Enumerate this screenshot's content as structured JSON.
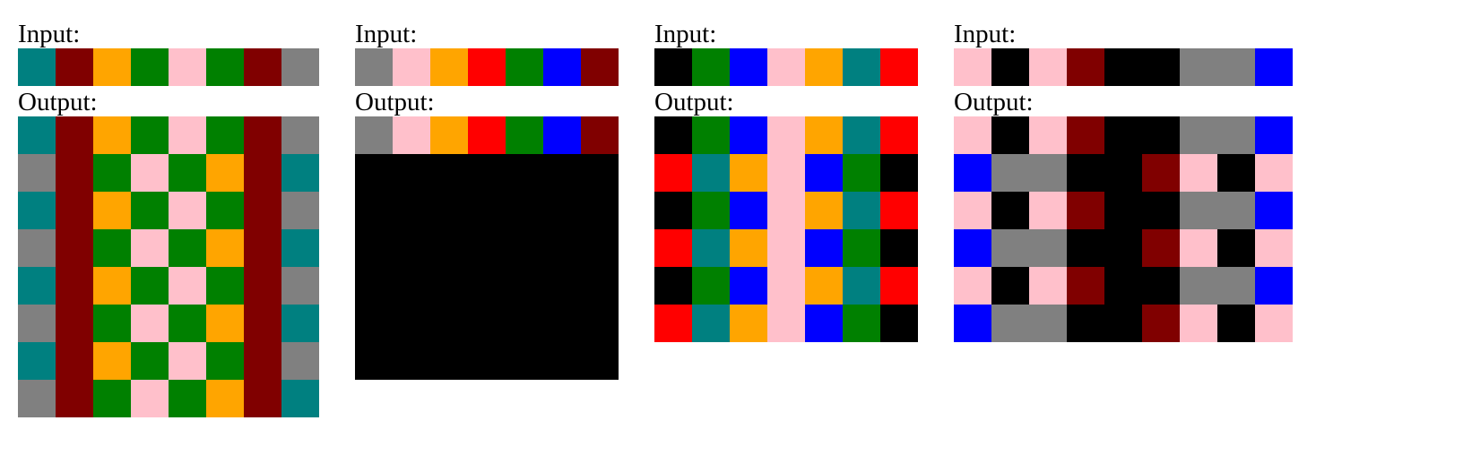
{
  "labels": {
    "input": "Input:",
    "output": "Output:"
  },
  "palette": {
    "0": "#000000",
    "1": "#0000ff",
    "2": "#ff0000",
    "3": "#008000",
    "4": "#ffff00",
    "5": "#808080",
    "6": "#ffc0cb",
    "7": "#ffa500",
    "8": "#008080",
    "9": "#800000"
  },
  "examples": [
    {
      "input": [
        [
          8,
          9,
          7,
          3,
          6,
          3,
          9,
          5
        ]
      ],
      "output": [
        [
          8,
          9,
          7,
          3,
          6,
          3,
          9,
          5
        ],
        [
          5,
          9,
          3,
          6,
          3,
          7,
          9,
          8
        ],
        [
          8,
          9,
          7,
          3,
          6,
          3,
          9,
          5
        ],
        [
          5,
          9,
          3,
          6,
          3,
          7,
          9,
          8
        ],
        [
          8,
          9,
          7,
          3,
          6,
          3,
          9,
          5
        ],
        [
          5,
          9,
          3,
          6,
          3,
          7,
          9,
          8
        ],
        [
          8,
          9,
          7,
          3,
          6,
          3,
          9,
          5
        ],
        [
          5,
          9,
          3,
          6,
          3,
          7,
          9,
          8
        ]
      ]
    },
    {
      "input": [
        [
          5,
          6,
          7,
          2,
          3,
          1,
          9
        ]
      ],
      "output": [
        [
          5,
          6,
          7,
          2,
          3,
          1,
          9
        ],
        [
          0,
          0,
          0,
          0,
          0,
          0,
          0
        ],
        [
          0,
          0,
          0,
          0,
          0,
          0,
          0
        ],
        [
          0,
          0,
          0,
          0,
          0,
          0,
          0
        ],
        [
          0,
          0,
          0,
          0,
          0,
          0,
          0
        ],
        [
          0,
          0,
          0,
          0,
          0,
          0,
          0
        ],
        [
          0,
          0,
          0,
          0,
          0,
          0,
          0
        ]
      ]
    },
    {
      "input": [
        [
          0,
          3,
          1,
          6,
          7,
          8,
          2
        ]
      ],
      "output": [
        [
          0,
          3,
          1,
          6,
          7,
          8,
          2
        ],
        [
          2,
          8,
          7,
          6,
          1,
          3,
          0
        ],
        [
          0,
          3,
          1,
          6,
          7,
          8,
          2
        ],
        [
          2,
          8,
          7,
          6,
          1,
          3,
          0
        ],
        [
          0,
          3,
          1,
          6,
          7,
          8,
          2
        ],
        [
          2,
          8,
          7,
          6,
          1,
          3,
          0
        ]
      ]
    },
    {
      "input": [
        [
          6,
          0,
          6,
          9,
          0,
          0,
          5,
          5,
          1
        ]
      ],
      "output": [
        [
          6,
          0,
          6,
          9,
          0,
          0,
          5,
          5,
          1
        ],
        [
          1,
          5,
          5,
          0,
          0,
          9,
          6,
          0,
          6
        ],
        [
          6,
          0,
          6,
          9,
          0,
          0,
          5,
          5,
          1
        ],
        [
          1,
          5,
          5,
          0,
          0,
          9,
          6,
          0,
          6
        ],
        [
          6,
          0,
          6,
          9,
          0,
          0,
          5,
          5,
          1
        ],
        [
          1,
          5,
          5,
          0,
          0,
          9,
          6,
          0,
          6
        ]
      ]
    }
  ]
}
